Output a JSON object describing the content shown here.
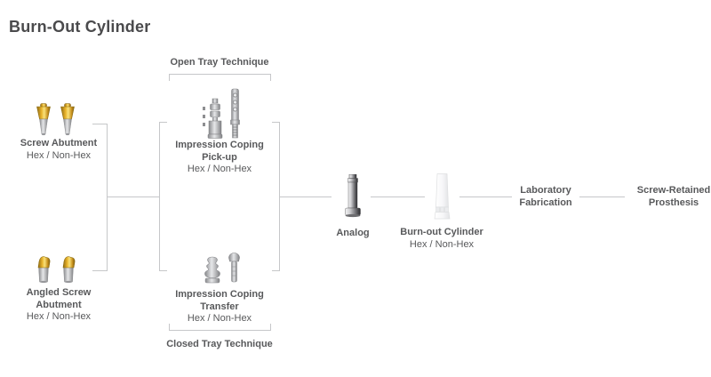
{
  "title": "Burn-Out Cylinder",
  "nodes": {
    "screw_abutment": {
      "name": "Screw Abutment",
      "variant": "Hex / Non-Hex"
    },
    "angled_screw_abutment": {
      "line1": "Angled Screw",
      "line2": "Abutment",
      "variant": "Hex / Non-Hex"
    },
    "open_tray": "Open Tray Technique",
    "impression_coping_pickup": {
      "line1": "Impression Coping",
      "line2": "Pick-up",
      "variant": "Hex / Non-Hex"
    },
    "impression_coping_transfer": {
      "line1": "Impression Coping",
      "line2": "Transfer",
      "variant": "Hex / Non-Hex"
    },
    "closed_tray": "Closed Tray Technique",
    "analog": {
      "name": "Analog"
    },
    "burnout_cylinder": {
      "name": "Burn-out Cylinder",
      "variant": "Hex / Non-Hex"
    },
    "laboratory_fabrication": {
      "line1": "Laboratory",
      "line2": "Fabrication"
    },
    "screw_retained_prosthesis": {
      "line1": "Screw-Retained",
      "line2": "Prosthesis"
    }
  },
  "colors": {
    "gold": "#e9b42c",
    "silver": "#b9babc",
    "line": "#c6c7c9",
    "text": "#58595b",
    "title_text": "#4a4a4c"
  }
}
